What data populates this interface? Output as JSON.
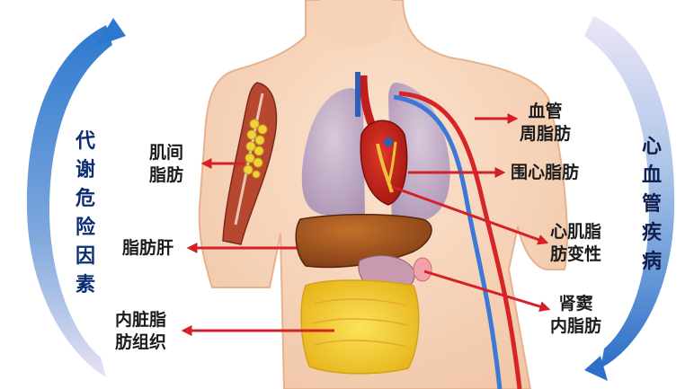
{
  "left_side": {
    "text": "代谢危险因素"
  },
  "right_side": {
    "text": "心血管疾病"
  },
  "labels": {
    "muscle": [
      "肌间",
      "脂肪"
    ],
    "fatty_liver": [
      "脂肪肝"
    ],
    "visceral": [
      "内脏脂",
      "肪组织"
    ],
    "perivascular": [
      "血管",
      "周脂肪"
    ],
    "pericardial": [
      "围心脂肪"
    ],
    "myocardial": [
      "心肌脂",
      "肪变性"
    ],
    "renal_sinus": [
      "肾窦",
      "内脂肪"
    ]
  },
  "colors": {
    "arrow": "#d62027",
    "swoosh_left": "#2d78cf",
    "swoosh_right": "#2b6fc8",
    "label_text": "#1b1b1b",
    "side_text": "#0b2e73"
  }
}
